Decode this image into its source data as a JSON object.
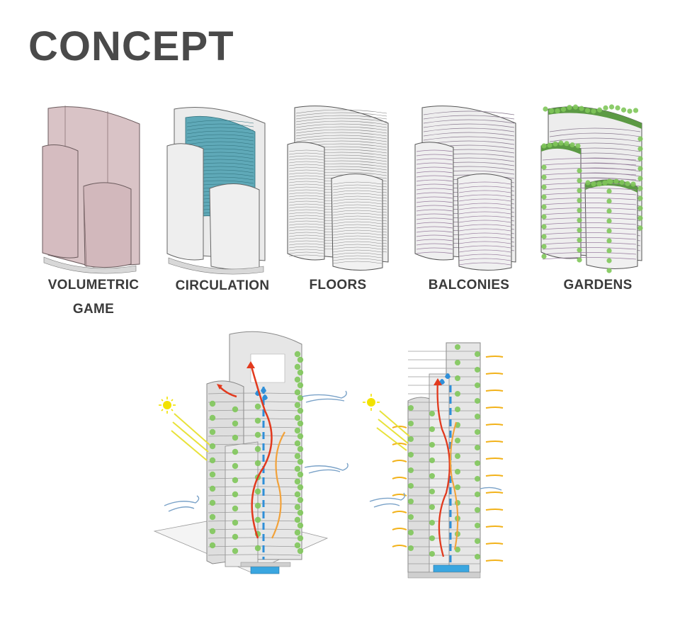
{
  "page": {
    "title": "CONCEPT"
  },
  "stages": [
    {
      "id": "volumetric",
      "line1": "VOLUMETRIC",
      "line2": "GAME",
      "fill": "#d9c3c6"
    },
    {
      "id": "circulation",
      "line1": "CIRCULATION",
      "line2": "",
      "fill": "#ebebeb",
      "accent": "#5fa9b8"
    },
    {
      "id": "floors",
      "line1": "FLOORS",
      "line2": "",
      "fill": "#eeeeee"
    },
    {
      "id": "balconies",
      "line1": "BALCONIES",
      "line2": "",
      "fill": "#eeeeee",
      "accent": "#9a7fa0"
    },
    {
      "id": "gardens",
      "line1": "GARDENS",
      "line2": "",
      "fill": "#eeeeee",
      "accent": "#4d8a3c"
    }
  ],
  "section_diagrams": {
    "colors": {
      "sun": "#f2e200",
      "sun_rays": "#e8e23a",
      "warm_air": "#e23a1e",
      "rising_air": "#f2a23a",
      "rain": "#2f8fd8",
      "wind": "#7aa2c8",
      "vegetation": "#7fc65a",
      "building": "#e6e6e6",
      "pool": "#3aa6e0"
    },
    "icons": [
      "sun-icon",
      "rain-drop-icon",
      "wind-icon",
      "airflow-arrow-icon",
      "vegetation-icon"
    ]
  }
}
